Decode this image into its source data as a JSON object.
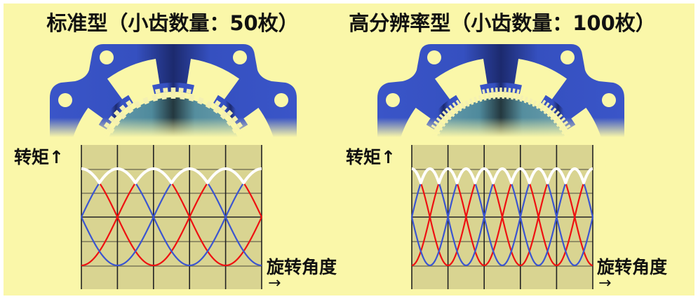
{
  "panels": [
    {
      "title": "标准型（小齿数量：50枚）",
      "rotor_teeth": 50
    },
    {
      "title": "高分辨率型（小齿数量：100枚）",
      "rotor_teeth": 100
    }
  ],
  "colors": {
    "background": "#faf7a9",
    "stator": "#3a55c8",
    "stator_dark": "#1c2a6e",
    "grid_fill": "#d9d491",
    "phase_red": "#ee1111",
    "phase_blue": "#3b55d0",
    "envelope": "#ffffff"
  },
  "chart_data": [
    {
      "type": "line",
      "title": "标准型（小齿数量：50枚）",
      "ylabel": "转矩↑",
      "xlabel": "旋转角度",
      "xlabel_arrow": "→",
      "x_range": [
        0,
        5
      ],
      "y_range": [
        -1.4,
        1.6
      ],
      "grid": true,
      "period": 4,
      "series": [
        {
          "name": "red-cos",
          "color": "red",
          "phase": 0,
          "sign": 1
        },
        {
          "name": "red-neg-cos",
          "color": "red",
          "phase": 0,
          "sign": -1
        },
        {
          "name": "blue-sin",
          "color": "blue",
          "phase": 0.25,
          "sign": 1
        },
        {
          "name": "blue-neg-sin",
          "color": "blue",
          "phase": 0.25,
          "sign": -1
        },
        {
          "name": "envelope",
          "color": "white",
          "type": "max"
        }
      ]
    },
    {
      "type": "line",
      "title": "高分辨率型（小齿数量：100枚）",
      "ylabel": "转矩↑",
      "xlabel": "旋转角度",
      "xlabel_arrow": "→",
      "x_range": [
        0,
        5
      ],
      "y_range": [
        -1.4,
        1.6
      ],
      "grid": true,
      "period": 2,
      "series": [
        {
          "name": "red-cos",
          "color": "red",
          "phase": 0,
          "sign": 1
        },
        {
          "name": "red-neg-cos",
          "color": "red",
          "phase": 0,
          "sign": -1
        },
        {
          "name": "blue-sin",
          "color": "blue",
          "phase": 0.25,
          "sign": 1
        },
        {
          "name": "blue-neg-sin",
          "color": "blue",
          "phase": 0.25,
          "sign": -1
        },
        {
          "name": "envelope",
          "color": "white",
          "type": "max"
        }
      ]
    }
  ]
}
